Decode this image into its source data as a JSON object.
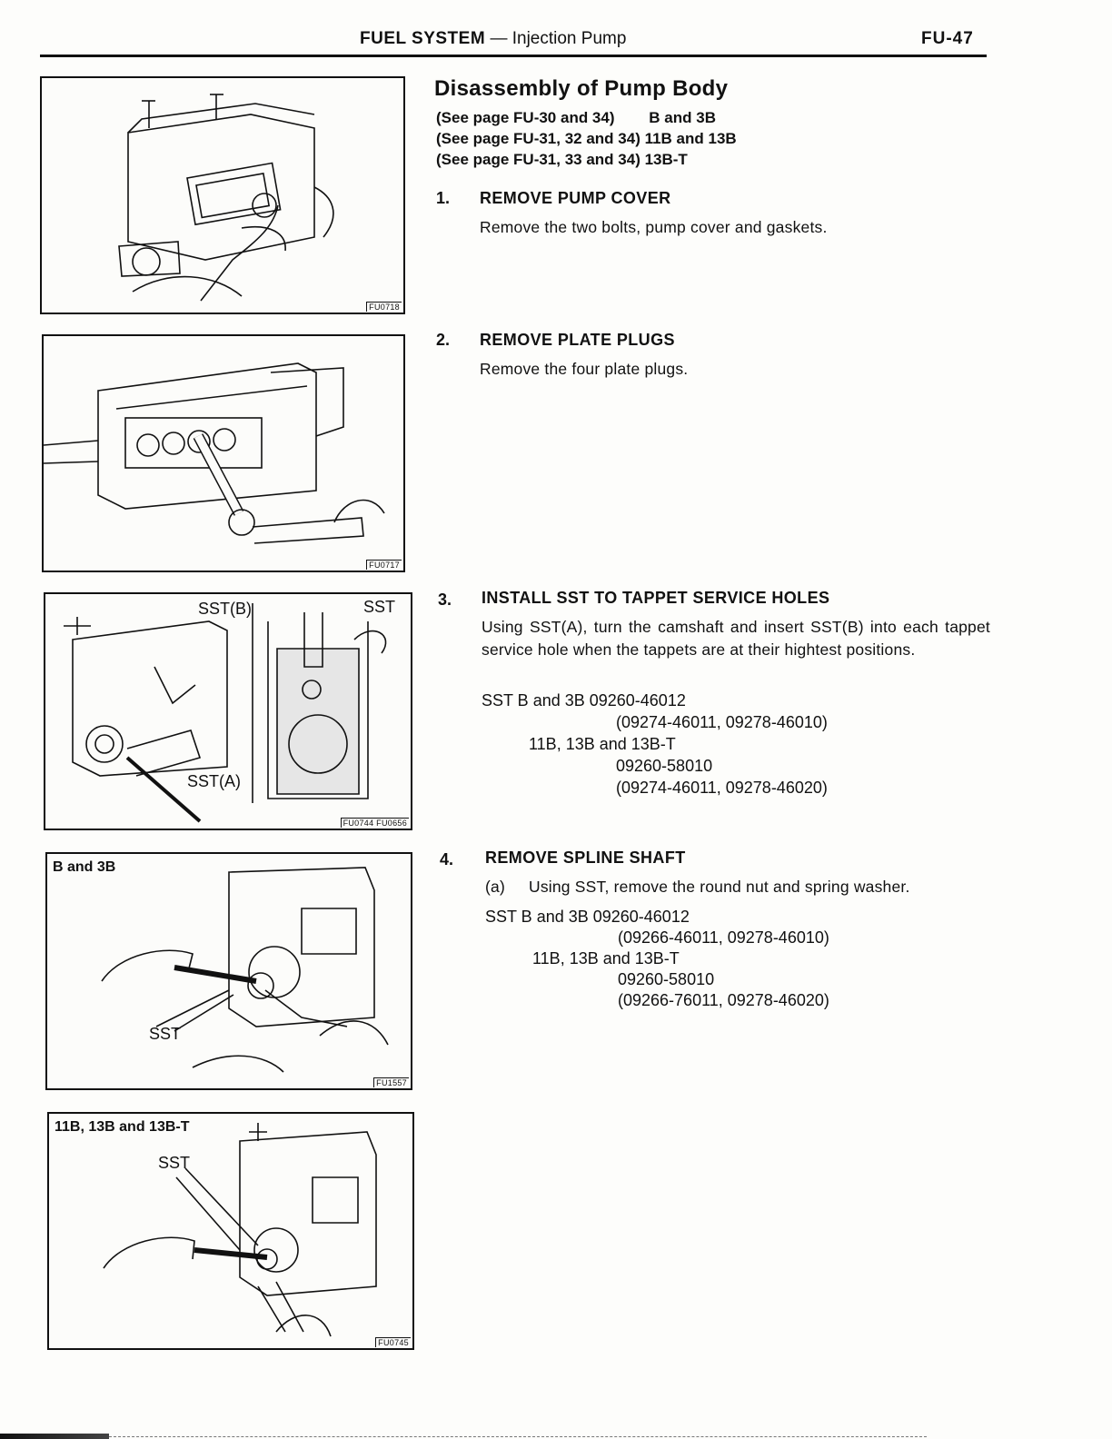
{
  "header": {
    "section": "FUEL SYSTEM",
    "dash": " — ",
    "subsection": "Injection Pump",
    "page": "FU-47"
  },
  "title": "Disassembly of Pump Body",
  "refs": [
    "(See page FU-30 and 34)        B and 3B",
    "(See page FU-31, 32 and 34) 11B and 13B",
    "(See page FU-31, 33 and 34) 13B-T"
  ],
  "figures": {
    "fig1": {
      "code": "FU0718"
    },
    "fig2": {
      "code": "FU0717"
    },
    "fig3": {
      "code": "FU0744  FU0656",
      "label_sst_b": "SST(B)",
      "label_sst": "SST",
      "label_sst_a": "SST(A)"
    },
    "fig4": {
      "code": "FU1557",
      "tag": "B and 3B",
      "label_sst": "SST"
    },
    "fig5": {
      "code": "FU0745",
      "tag": "11B, 13B and 13B-T",
      "label_sst": "SST"
    }
  },
  "steps": [
    {
      "num": "1.",
      "title": "REMOVE PUMP COVER",
      "text": "Remove the two bolts, pump cover and gaskets."
    },
    {
      "num": "2.",
      "title": "REMOVE PLATE PLUGS",
      "text": "Remove the four plate plugs."
    },
    {
      "num": "3.",
      "title": "INSTALL SST TO TAPPET SERVICE HOLES",
      "text": "Using SST(A), turn the camshaft and insert SST(B) into each tappet service hole when the tappets are at their hightest positions.",
      "sst_lines": [
        "SST B and 3B 09260-46012",
        "(09274-46011, 09278-46010)",
        "11B, 13B and 13B-T",
        "09260-58010",
        "(09274-46011, 09278-46020)"
      ]
    },
    {
      "num": "4.",
      "title": "REMOVE SPLINE SHAFT",
      "sub_label": "(a)",
      "text": "Using SST, remove the round nut and spring washer.",
      "sst_lines": [
        "SST B and 3B 09260-46012",
        "(09266-46011, 09278-46010)",
        "11B, 13B and 13B-T",
        "09260-58010",
        "(09266-76011, 09278-46020)"
      ]
    }
  ]
}
